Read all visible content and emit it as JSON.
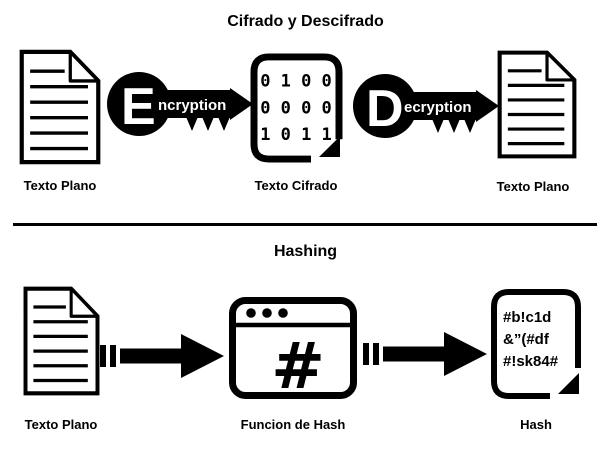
{
  "encryption": {
    "title": "Cifrado y Descifrado",
    "plaintext_left_label": "Texto Plano",
    "ciphertext_label": "Texto Cifrado",
    "plaintext_right_label": "Texto Plano",
    "encryption_key": {
      "initial": "E",
      "rest": "ncryption"
    },
    "decryption_key": {
      "initial": "D",
      "rest": "ecryption"
    },
    "ciphertext_rows": [
      "0 1 0 0",
      "0 0 0 0",
      "1 0 1 1"
    ]
  },
  "hashing": {
    "title": "Hashing",
    "plaintext_label": "Texto Plano",
    "hash_function_label": "Funcion de Hash",
    "hash_function_symbol": "#",
    "hash_label": "Hash",
    "hash_output_lines": [
      "#b!c1d",
      "&”(#df",
      "#!sk84#"
    ]
  },
  "colors": {
    "ink": "#000000",
    "paper": "#ffffff"
  }
}
